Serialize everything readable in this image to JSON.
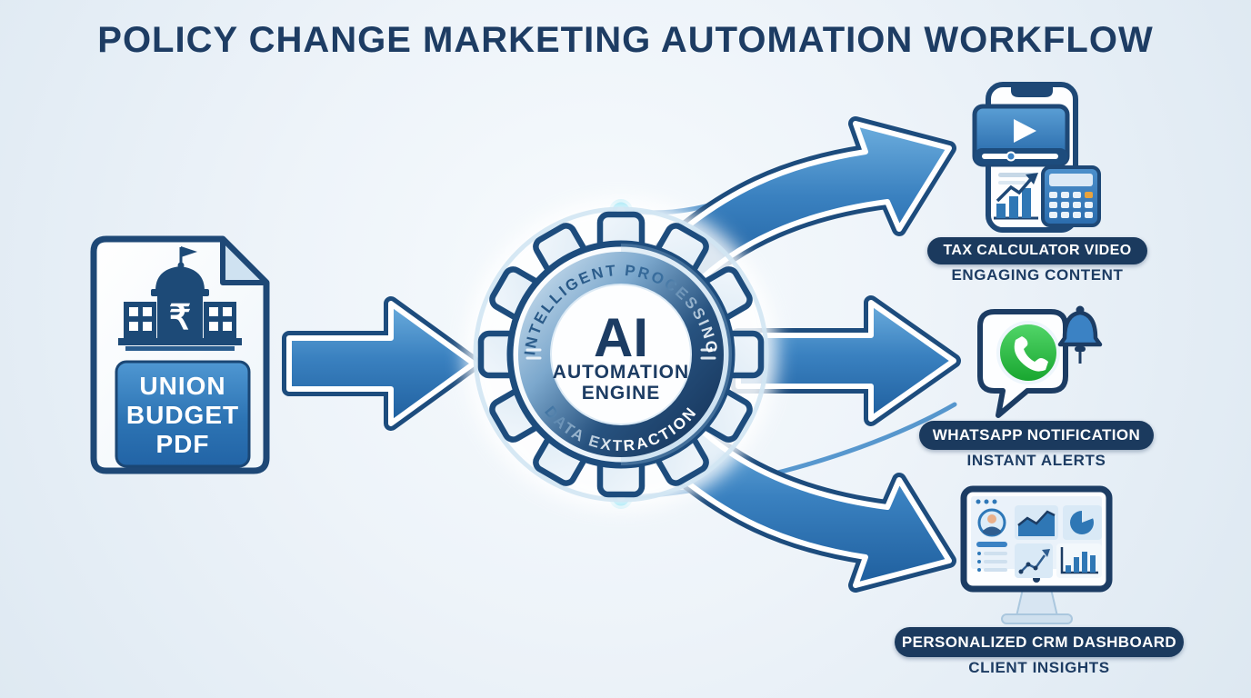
{
  "title": "POLICY CHANGE MARKETING AUTOMATION WORKFLOW",
  "source_document": {
    "label_line1": "UNION",
    "label_line2": "BUDGET",
    "label_line3": "PDF",
    "currency_symbol": "₹"
  },
  "engine": {
    "arc_top": "INTELLIGENT PROCESSING",
    "arc_bottom": "DATA EXTRACTION",
    "abbr": "AI",
    "name_line1": "AUTOMATION",
    "name_line2": "ENGINE"
  },
  "outputs": [
    {
      "id": "tax-calculator-video",
      "pill": "TAX CALCULATOR VIDEO",
      "subtitle": "ENGAGING CONTENT"
    },
    {
      "id": "whatsapp-notification",
      "pill": "WHATSAPP NOTIFICATION",
      "subtitle": "INSTANT ALERTS"
    },
    {
      "id": "crm-dashboard",
      "pill": "PERSONALIZED CRM DASHBOARD",
      "subtitle": "CLIENT INSIGHTS"
    }
  ],
  "colors": {
    "navy": "#1c3c63",
    "blue": "#2f77b5",
    "light_blue": "#cfe2f3",
    "whatsapp_green": "#2bb741",
    "cyan_node": "#4fd0ee",
    "calculator_orange": "#e8a33d",
    "background": "#e9f1f8"
  }
}
